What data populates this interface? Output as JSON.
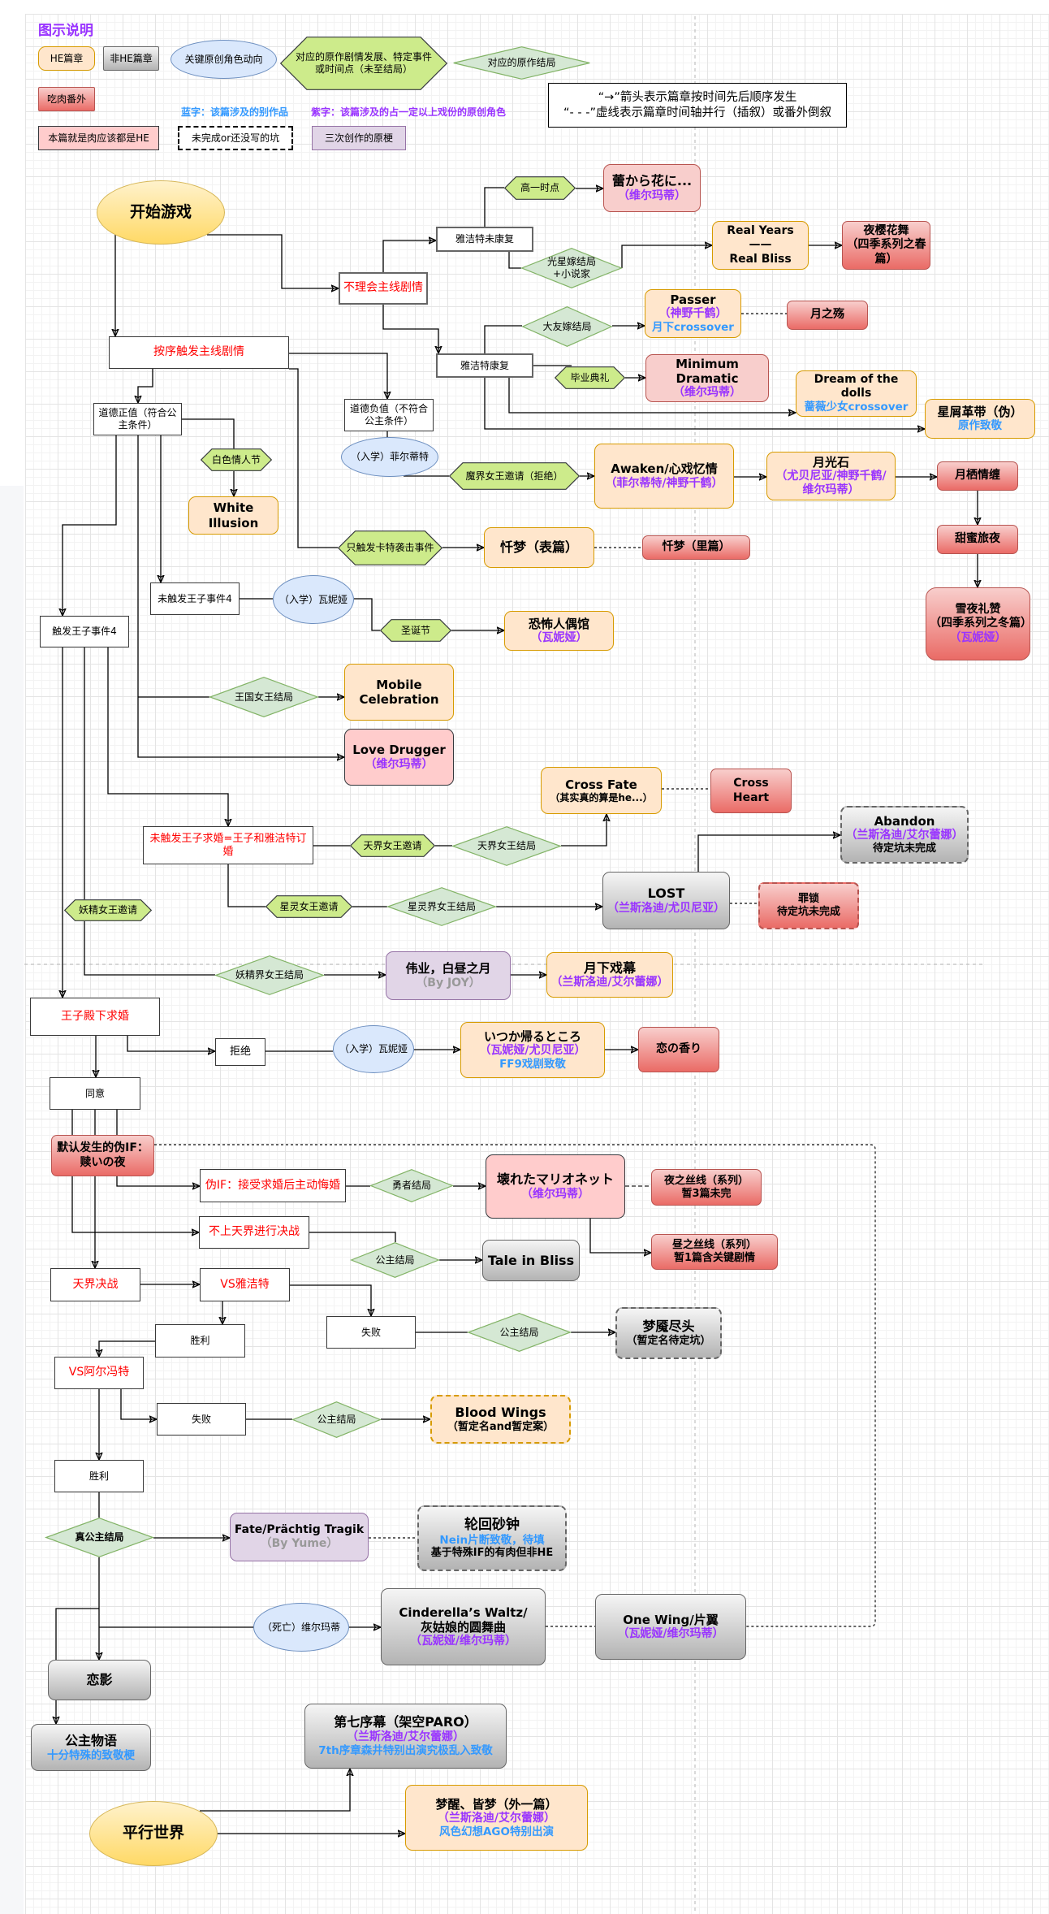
{
  "legend": {
    "title": "图示说明",
    "he_chapter": "HE篇章",
    "non_he_chapter": "非HE篇章",
    "key_character": "关键原创角色动向",
    "canon_event": "对应的原作剧情发展、特定事件\n或时间点（未至结局）",
    "canon_ending": "对应的原作结局",
    "smut_extra": "吃肉番外",
    "blue_note": "蓝字：该篇涉及的别作品",
    "purple_note": "紫字：该篇涉及的占一定以上戏份的原创角色",
    "smut_he": "本篇就是肉应该都是HE",
    "unfinished": "未完成or还没写的坑",
    "tertiary": "三次创作的原梗",
    "arrow_note": "“→”箭头表示篇章按时间先后顺序发生",
    "dashed_note": "“- - -”虚线表示篇章时间轴并行（插叙）或番外倒叙"
  },
  "colors": {
    "he_fill": "#ffe6cc",
    "he_border": "#d79b00",
    "smut_light": "#f8cecc",
    "smut_dark": "#ea6b66",
    "smut_border": "#b85450",
    "non_he_light": "#f5f5f5",
    "non_he_dark": "#b3b3b3",
    "non_he_border": "#666666",
    "smut_he_fill": "#ffcccc",
    "smut_he_border": "#36393d",
    "tertiary_fill": "#e1d5e7",
    "tertiary_border": "#9673a6",
    "character_fill": "#dae8fc",
    "character_border": "#6c8ebf",
    "event_fill": "#cdeb8b",
    "event_border": "#36393d",
    "ending_fill": "#d5e8d4",
    "ending_border": "#82b366",
    "start_light": "#fff2cc",
    "start_dark": "#ffd966",
    "start_border": "#d6b656",
    "purple_text": "#9933ff",
    "blue_text": "#3399ff",
    "red_text": "#ff0000",
    "legend_title": "#9933ff",
    "author_text": "#999999"
  },
  "flow": {
    "start_game": "开始游戏",
    "ignore_main": "不理会主线剧情",
    "yajie_not_recovered": "雅洁特未康复",
    "yajie_recovered": "雅洁特康复",
    "follow_main": "按序触发主线剧情",
    "first_year": "高一时点",
    "bud_to_flower": {
      "title": "蕾から花に...",
      "chars": "（维尔玛蒂）"
    },
    "star_bride_ending": "光星嫁结局\n+小说家",
    "real_years": {
      "title": "Real Years——\nReal Bliss"
    },
    "night_sakura": {
      "title": "夜樱花舞\n（四季系列之春篇）"
    },
    "otomo_bride_ending": "大友嫁结局",
    "passer": {
      "title": "Passer",
      "chars": "（神野千鹤）",
      "crossover": "月下crossover"
    },
    "moon_sorrow": "月之殇",
    "graduation": "毕业典礼",
    "minimum_dramatic": {
      "title": "Minimum Dramatic",
      "chars": "（维尔玛蒂）"
    },
    "dream_dolls": {
      "title": "Dream of the dolls",
      "crossover": "蔷薇少女crossover"
    },
    "stardust_ribbon": {
      "title": "星屑革带（伪）",
      "tribute": "原作致敬"
    },
    "morality_positive": "道德正值（符合公主条件）",
    "morality_negative": "道德负值（不符合公主条件）",
    "enroll_feierdite": "（入学）菲尔蒂特",
    "white_day": "白色情人节",
    "white_illusion": {
      "title": "White Illusion"
    },
    "demon_queen_invite": "魔界女王邀请（拒绝）",
    "awaken": {
      "title": "Awaken/心戏忆情",
      "chars": "（菲尔蒂特/神野千鹤）"
    },
    "moonstone": {
      "title": "月光石",
      "chars": "（尤贝尼亚/神野千鹤/维尔玛蒂）"
    },
    "moon_dwelling": "月栖情缠",
    "sweet_journey": "甜蜜旅夜",
    "snow_night": {
      "title": "雪夜礼赞\n（四季系列之冬篇）",
      "chars": "（瓦妮娅）"
    },
    "cat_attack_only": "只触发卡特袭击事件",
    "repentance_front": "忏梦（表篇）",
    "repentance_back": "忏梦（里篇）",
    "prince_event4_not": "未触发王子事件4",
    "enroll_wanya_1": "（入学）瓦妮娅",
    "christmas": "圣诞节",
    "horror_doll": {
      "title": "恐怖人偶馆",
      "chars": "（瓦妮娅）"
    },
    "prince_event4": "触发王子事件4",
    "kingdom_queen_ending": "王国女王结局",
    "mobile_celebration": {
      "title": "Mobile\nCelebration"
    },
    "love_drugger": {
      "title": "Love Drugger",
      "chars": "（维尔玛蒂）"
    },
    "cross_fate": {
      "title": "Cross Fate",
      "note": "（其实真的算是he...）"
    },
    "cross_heart": "Cross Heart",
    "abandon": {
      "title": "Abandon",
      "chars": "（兰斯洛迪/艾尔蕾娜）",
      "note": "待定坑未完成"
    },
    "no_proposal_engaged": "未触发王子求婚=王子和雅洁特订婚",
    "heaven_queen_invite": "天界女王邀请",
    "heaven_queen_ending": "天界女王结局",
    "lost": {
      "title": "LOST",
      "chars": "（兰斯洛迪/尤贝尼亚）"
    },
    "sin_lock": "罪锁\n待定坑未完成",
    "fairy_queen_invite": "妖精女王邀请",
    "spirit_queen_invite": "星灵女王邀请",
    "spirit_queen_ending": "星灵界女王结局",
    "fairy_queen_ending": "妖精界女王结局",
    "great_deed": {
      "title": "伟业，白昼之月",
      "author": "（By JOY）"
    },
    "moonlight_play": {
      "title": "月下戏幕",
      "chars": "（兰斯洛迪/艾尔蕾娜）"
    },
    "prince_proposal": "王子殿下求婚",
    "refuse": "拒绝",
    "enroll_wanya_2": "（入学）瓦妮娅",
    "someday_home": {
      "title": "いつか帰るところ",
      "chars": "（瓦妮娅/尤贝尼亚）",
      "tribute": "FF9戏剧致敬"
    },
    "scent_of_love": "恋の香り",
    "agree": "同意",
    "pseudo_if_default": "默认发生的伪IF：\n赎いの夜",
    "pseudo_if_break": "伪IF：接受求婚后主动悔婚",
    "hero_ending": "勇者结局",
    "broken_marionette": {
      "title": "壊れたマリオネット",
      "chars": "（维尔玛蒂）"
    },
    "night_thread": "夜之丝线（系列）\n暂3篇未完",
    "no_heaven_battle": "不上天界进行决战",
    "day_thread": "昼之丝线（系列）\n暂1篇含关键剧情",
    "princess_ending_1": "公主结局",
    "tale_in_bliss": "Tale in Bliss",
    "heaven_battle": "天界决战",
    "vs_yajie": "VS雅洁特",
    "win_1": "胜利",
    "lose_1": "失败",
    "princess_ending_2": "公主结局",
    "nightmare_end": {
      "title": "梦魇尽头",
      "note": "（暂定名待定坑）"
    },
    "vs_alfont": "VS阿尔冯特",
    "lose_2": "失败",
    "princess_ending_3": "公主结局",
    "blood_wings": {
      "title": "Blood Wings",
      "note": "（暂定名and暂定案）"
    },
    "win_2": "胜利",
    "true_princess_ending": "真公主结局",
    "fate_prachtig": {
      "title": "Fate/Prächtig Tragik",
      "author": "（By Yume）"
    },
    "samsara_hourglass": {
      "title": "轮回砂钟",
      "tribute": "Nein片断致敬，待填",
      "note": "基于特殊IF的有肉但非HE"
    },
    "death_vermati": "（死亡）维尔玛蒂",
    "cinderella_waltz": {
      "title": "Cinderella’s Waltz/\n灰姑娘的圆舞曲",
      "chars": "（瓦妮娅/维尔玛蒂）"
    },
    "one_wing": {
      "title": "One Wing/片翼",
      "chars": "（瓦妮娅/维尔玛蒂）"
    },
    "love_shadow": "恋影",
    "princess_story": {
      "title": "公主物语",
      "tribute": "十分特殊的致敬梗"
    },
    "seventh_prelude": {
      "title": "第七序幕（架空PARO）",
      "chars": "（兰斯洛迪/艾尔蕾娜）",
      "tribute": "7th序章森井特别出演究极乱入致敬"
    },
    "parallel_world": "平行世界",
    "dream_awake": {
      "title": "梦醒、皆梦（外一篇）",
      "chars": "（兰斯洛迪/艾尔蕾娜）",
      "tribute": "风色幻想AGO特别出演"
    }
  }
}
